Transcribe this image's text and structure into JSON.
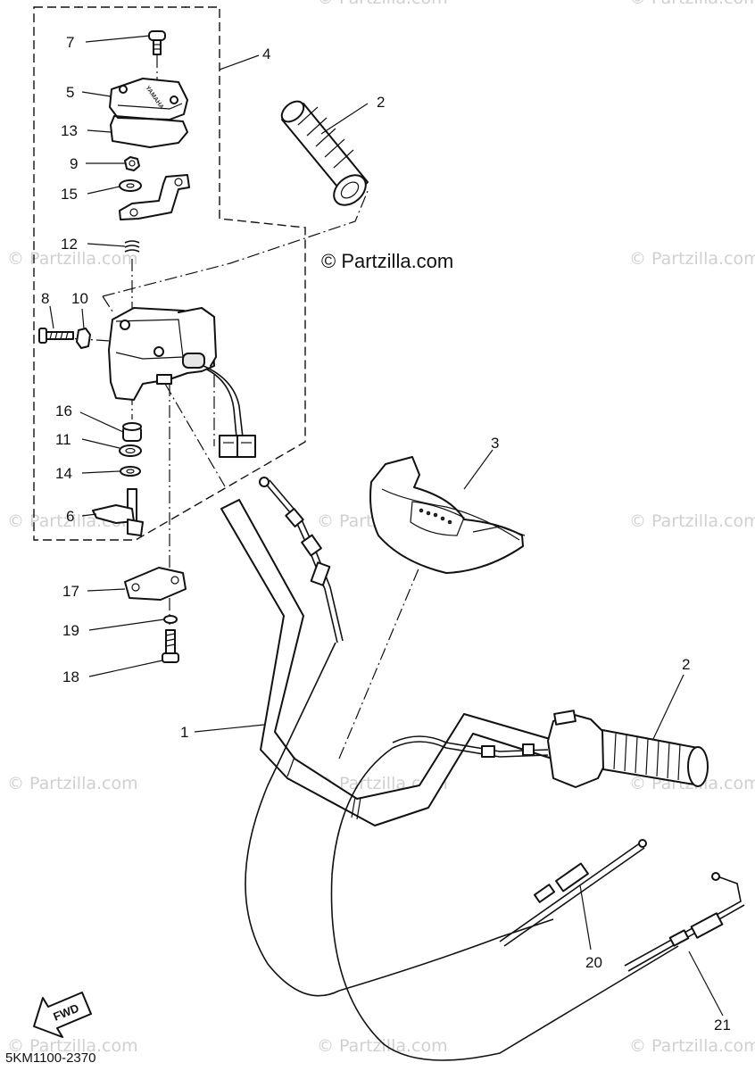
{
  "diagram": {
    "code": "5KM1100-2370",
    "main_watermark": "© Partzilla.com",
    "tile_watermark": "© Partzilla.com",
    "fwd_label": "FWD",
    "emblem_text": "YAMAHA",
    "callouts": [
      "7",
      "4",
      "5",
      "2",
      "13",
      "9",
      "15",
      "12",
      "8",
      "10",
      "16",
      "11",
      "14",
      "6",
      "17",
      "19",
      "18",
      "3",
      "1",
      "2",
      "20",
      "21"
    ]
  }
}
